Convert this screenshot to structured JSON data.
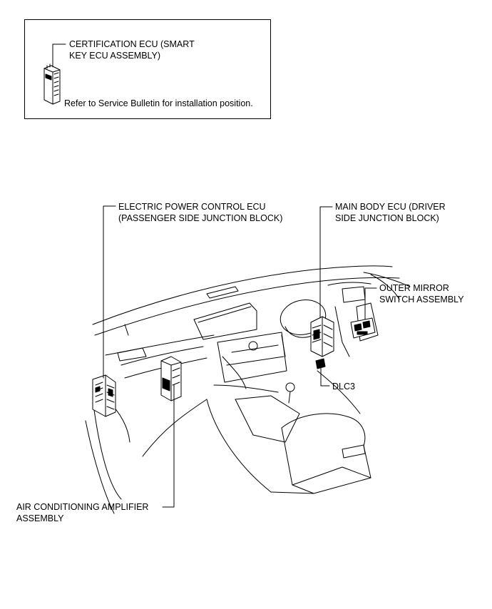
{
  "legend": {
    "cert_ecu_line1": "CERTIFICATION ECU (SMART",
    "cert_ecu_line2": "KEY ECU ASSEMBLY)",
    "note": "Refer to Service Bulletin for installation position."
  },
  "labels": {
    "electric_power_line1": "ELECTRIC POWER CONTROL ECU",
    "electric_power_line2": "(PASSENGER SIDE JUNCTION BLOCK)",
    "main_body_line1": "MAIN BODY ECU (DRIVER",
    "main_body_line2": "SIDE JUNCTION BLOCK)",
    "outer_mirror_line1": "OUTER MIRROR",
    "outer_mirror_line2": "SWITCH ASSEMBLY",
    "dlc3": "DLC3",
    "air_cond_line1": "AIR CONDITIONING AMPLIFIER",
    "air_cond_line2": "ASSEMBLY"
  }
}
